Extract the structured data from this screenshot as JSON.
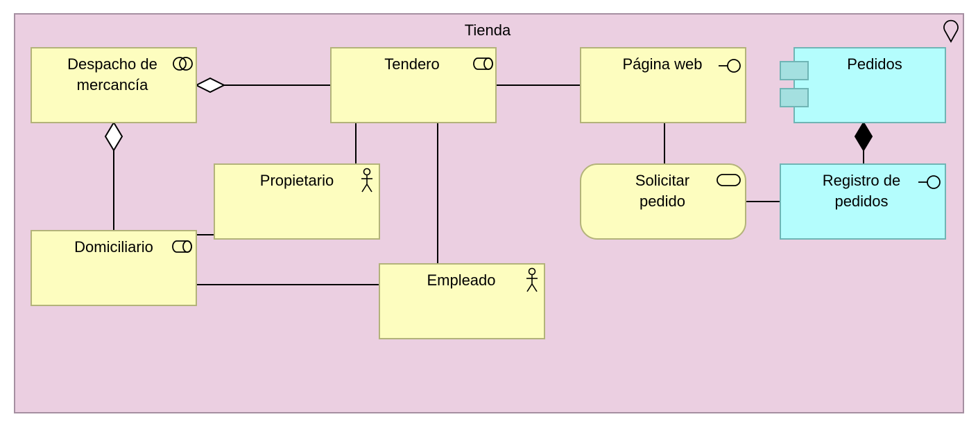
{
  "diagram": {
    "group": {
      "label": "Tienda",
      "icon": "location-icon"
    },
    "nodes": {
      "despacho": {
        "lines": [
          "Despacho de",
          "mercancía"
        ],
        "icon": "collaboration-icon"
      },
      "tendero": {
        "lines": [
          "Tendero"
        ],
        "icon": "role-icon"
      },
      "pagina_web": {
        "lines": [
          "Página web"
        ],
        "icon": "interface-icon"
      },
      "pedidos": {
        "lines": [
          "Pedidos"
        ],
        "icon": "component-icon"
      },
      "propietario": {
        "lines": [
          "Propietario"
        ],
        "icon": "actor-icon"
      },
      "solicitar_pedido": {
        "lines": [
          "Solicitar",
          "pedido"
        ],
        "icon": "service-icon"
      },
      "registro_pedidos": {
        "lines": [
          "Registro de",
          "pedidos"
        ],
        "icon": "interface-icon"
      },
      "domiciliario": {
        "lines": [
          "Domiciliario"
        ],
        "icon": "role-icon"
      },
      "empleado": {
        "lines": [
          "Empleado"
        ],
        "icon": "actor-icon"
      }
    },
    "colors": {
      "group_fill": "#ebcfe1",
      "group_border": "#a58fa1",
      "business_fill": "#fdfdbf",
      "business_border": "#b3b37a",
      "application_fill": "#b4fdfd",
      "application_border": "#6fb5b5",
      "component_tab_fill": "#a4e0e0"
    },
    "relations": [
      {
        "from": "despacho",
        "to": "tendero",
        "type": "aggregation"
      },
      {
        "from": "despacho",
        "to": "domiciliario",
        "type": "aggregation"
      },
      {
        "from": "tendero",
        "to": "pagina_web",
        "type": "association"
      },
      {
        "from": "tendero",
        "to": "propietario",
        "type": "association"
      },
      {
        "from": "tendero",
        "to": "empleado",
        "type": "association"
      },
      {
        "from": "pagina_web",
        "to": "solicitar_pedido",
        "type": "association"
      },
      {
        "from": "pedidos",
        "to": "registro_pedidos",
        "type": "composition"
      },
      {
        "from": "solicitar_pedido",
        "to": "registro_pedidos",
        "type": "association"
      },
      {
        "from": "domiciliario",
        "to": "propietario",
        "type": "association"
      },
      {
        "from": "domiciliario",
        "to": "empleado",
        "type": "association"
      }
    ]
  }
}
